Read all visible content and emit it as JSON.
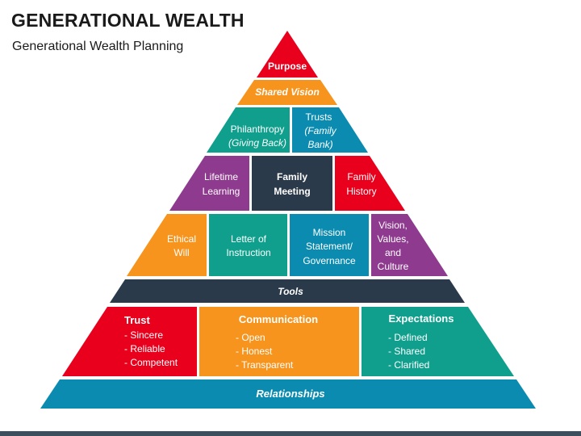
{
  "header": {
    "title": "GENERATIONAL WEALTH",
    "subtitle": "Generational Wealth Planning"
  },
  "colors": {
    "red": "#e8001c",
    "orange": "#f7941d",
    "teal": "#0f9f8c",
    "blue": "#0b8bb0",
    "purple": "#8e3a8e",
    "navy": "#2b3a4a",
    "bottom_bar": "#3d4d5c"
  },
  "tiers": {
    "purpose": {
      "label": "Purpose"
    },
    "shared_vision": {
      "label": "Shared Vision"
    },
    "philanthropy": {
      "line1": "Philanthropy",
      "line2": "(Giving Back)"
    },
    "trusts": {
      "line1": "Trusts",
      "line2": "(Family",
      "line3": "Bank)"
    },
    "lifetime_learning": {
      "line1": "Lifetime",
      "line2": "Learning"
    },
    "family_meeting": {
      "line1": "Family",
      "line2": "Meeting"
    },
    "family_history": {
      "line1": "Family",
      "line2": "History"
    },
    "ethical_will": {
      "line1": "Ethical",
      "line2": "Will"
    },
    "letter_of_instruction": {
      "line1": "Letter of",
      "line2": "Instruction"
    },
    "mission_statement": {
      "line1": "Mission",
      "line2": "Statement/",
      "line3": "Governance"
    },
    "vision_values": {
      "line1": "Vision,",
      "line2": "Values,",
      "line3": "and",
      "line4": "Culture"
    },
    "tools": {
      "label": "Tools"
    },
    "trust": {
      "heading": "Trust",
      "items": [
        "- Sincere",
        "- Reliable",
        "- Competent"
      ]
    },
    "communication": {
      "heading": "Communication",
      "items": [
        "- Open",
        "- Honest",
        "- Transparent"
      ]
    },
    "expectations": {
      "heading": "Expectations",
      "items": [
        "- Defined",
        "- Shared",
        "- Clarified"
      ]
    },
    "relationships": {
      "label": "Relationships"
    }
  }
}
